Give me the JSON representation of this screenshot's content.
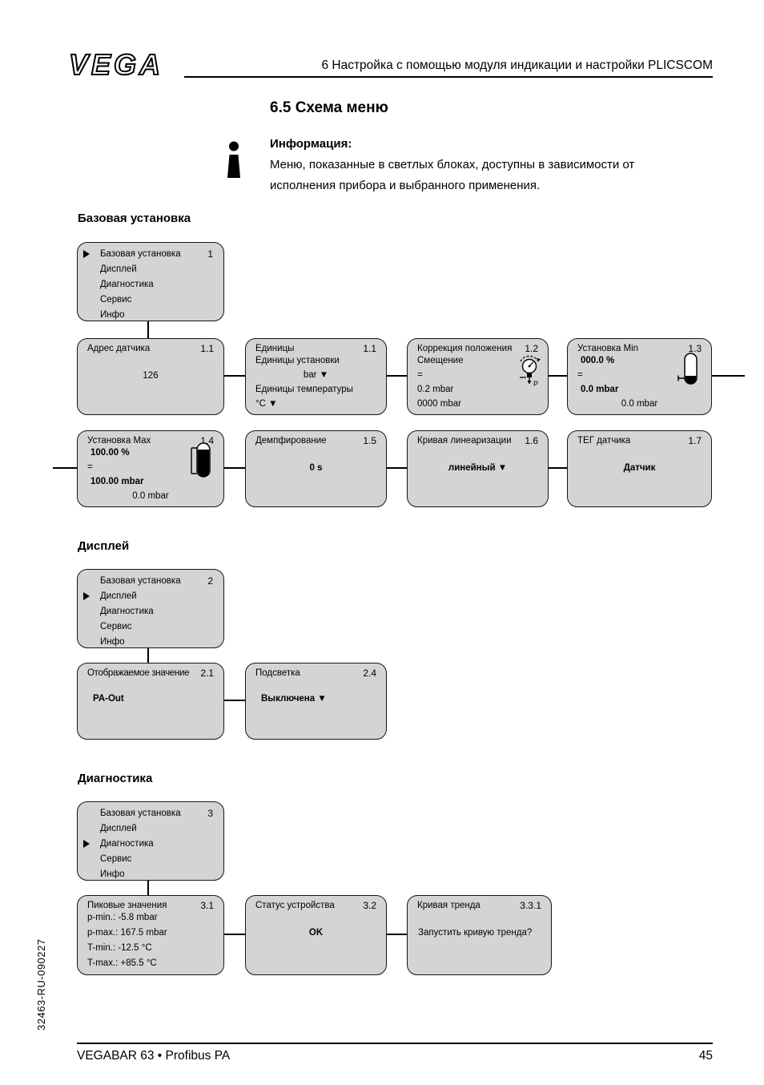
{
  "page": {
    "logo_text": "VEGA",
    "header_chapter": "6 Настройка с помощью модуля индикации и настройки PLICSCOM",
    "section_title": "6.5 Схема меню",
    "doc_number": "32463-RU-090227",
    "footer_left": "VEGABAR 63 • Profibus PA",
    "footer_page": "45"
  },
  "info_note": {
    "heading": "Информация:",
    "body_line1": "Меню, показанные в светлых блоках, доступны в зависимости от",
    "body_line2": "исполнения прибора и выбранного применения."
  },
  "colors": {
    "box_fill": "#d4d4d4",
    "box_border": "#161616",
    "text": "#000000",
    "page_background": "#ffffff"
  },
  "icons": {
    "gauge_label": "P",
    "selection_arrow": "right-triangle"
  },
  "sections": {
    "basic": {
      "heading": "Базовая установка",
      "menu": {
        "number": "1",
        "selected_index": 0,
        "items": [
          "Базовая установка",
          "Дисплей",
          "Диагностика",
          "Сервис",
          "Инфо"
        ]
      },
      "boxes": {
        "address": {
          "title": "Адрес датчика",
          "number": "1.1",
          "value": "126"
        },
        "units": {
          "title": "Единицы",
          "number": "1.1",
          "lines": [
            "Единицы установки",
            "bar ▼",
            "Единицы температуры",
            "°C ▼"
          ]
        },
        "position": {
          "title": "Коррекция положения",
          "number": "1.2",
          "lines": [
            "Смещение",
            "=",
            "0.2 mbar",
            "0000 mbar"
          ]
        },
        "min": {
          "title": "Установка Min",
          "number": "1.3",
          "percent": "000.0 %",
          "eq": "=",
          "value": "0.0 mbar",
          "value2": "0.0 mbar"
        },
        "max": {
          "title": "Установка Max",
          "number": "1.4",
          "percent": "100.00 %",
          "eq": "=",
          "value": "100.00 mbar",
          "value2": "0.0 mbar"
        },
        "damping": {
          "title": "Демпфирование",
          "number": "1.5",
          "value": "0 s"
        },
        "linear": {
          "title": "Кривая линеаризации",
          "number": "1.6",
          "value": "линейный ▼"
        },
        "tag": {
          "title": "ТЕГ датчика",
          "number": "1.7",
          "value": "Датчик"
        }
      }
    },
    "display": {
      "heading": "Дисплей",
      "menu": {
        "number": "2",
        "selected_index": 1,
        "items": [
          "Базовая установка",
          "Дисплей",
          "Диагностика",
          "Сервис",
          "Инфо"
        ]
      },
      "boxes": {
        "displayed_value": {
          "title": "Отображаемое значение",
          "number": "2.1",
          "value": "PA-Out"
        },
        "backlight": {
          "title": "Подсветка",
          "number": "2.4",
          "value": "Выключена ▼"
        }
      }
    },
    "diagnostics": {
      "heading": "Диагностика",
      "menu": {
        "number": "3",
        "selected_index": 2,
        "items": [
          "Базовая установка",
          "Дисплей",
          "Диагностика",
          "Сервис",
          "Инфо"
        ]
      },
      "boxes": {
        "peaks": {
          "title": "Пиковые значения",
          "number": "3.1",
          "lines": [
            "p-min.: -5.8 mbar",
            "p-max.: 167.5 mbar",
            "T-min.: -12.5 °C",
            "T-max.: +85.5 °C"
          ]
        },
        "status": {
          "title": "Статус устройства",
          "number": "3.2",
          "value": "OK"
        },
        "trend": {
          "title": "Кривая тренда",
          "number": "3.3.1",
          "value": "Запустить кривую тренда?"
        }
      }
    }
  }
}
